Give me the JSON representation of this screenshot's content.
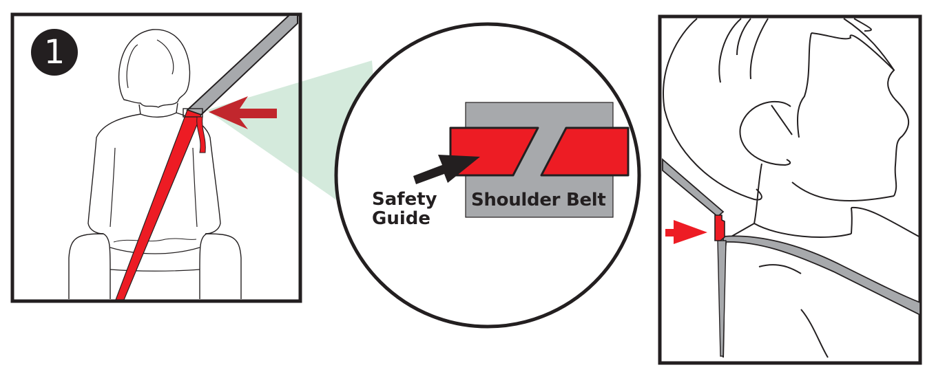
{
  "diagram": {
    "step": {
      "number": "1"
    },
    "callout": {
      "safety_guide_label_line1": "Safety",
      "safety_guide_label_line2": "Guide",
      "shoulder_belt_label": "Shoulder Belt"
    },
    "colors": {
      "belt_red": "#ed1c24",
      "arrow_dark_red": "#c1272d",
      "belt_gray": "#a7a9ac",
      "outline": "#231f20",
      "zoom_cone_green": "#cfe8d8",
      "background": "#ffffff"
    },
    "panels": [
      {
        "id": "rear-view",
        "description": "Child seated, rear view, shoulder belt through red safety guide"
      },
      {
        "id": "zoom-detail",
        "description": "Magnified view of safety guide over shoulder belt"
      },
      {
        "id": "side-view",
        "description": "Child profile with belt at shoulder, red arrow pointing to guide"
      }
    ]
  }
}
